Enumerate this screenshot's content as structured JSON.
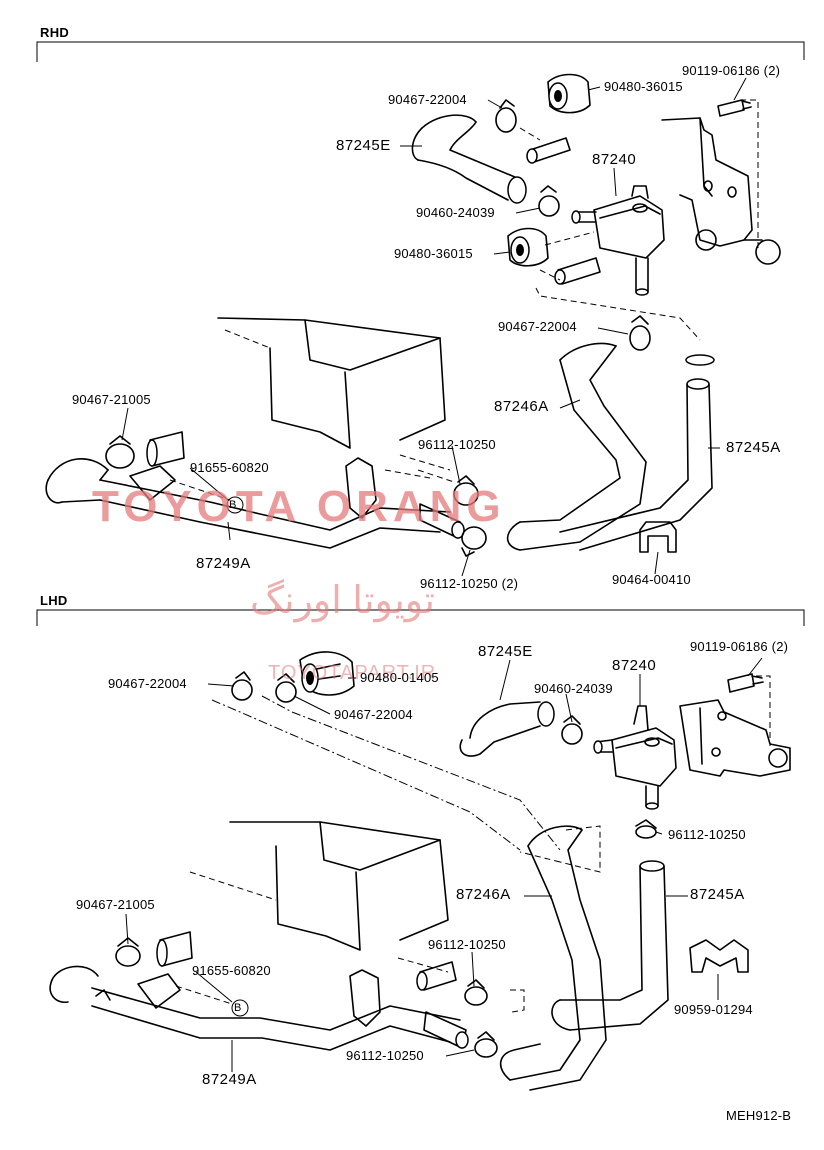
{
  "sections": {
    "rhd": "RHD",
    "lhd": "LHD"
  },
  "watermark": {
    "main": "TOYOTA ORANG",
    "arabic": "تویوتا اورنگ",
    "site": "TOYOTAPART.IR"
  },
  "rhd_labels": {
    "p1": "90119-06186 (2)",
    "p2": "90467-22004",
    "p3": "90480-36015",
    "p4": "87245E",
    "p5": "87240",
    "p6": "90460-24039",
    "p7": "90480-36015",
    "p8": "90467-22004",
    "p9": "90467-21005",
    "p10": "87246A",
    "p11": "96112-10250",
    "p12": "87245A",
    "p13": "91655-60820",
    "p14": "87249A",
    "p15": "96112-10250 (2)",
    "p16": "90464-00410"
  },
  "lhd_labels": {
    "p1": "87245E",
    "p2": "90119-06186 (2)",
    "p3": "87240",
    "p4": "90467-22004",
    "p5": "90480-01405",
    "p6": "90460-24039",
    "p7": "90467-22004",
    "p8": "96112-10250",
    "p9": "90467-21005",
    "p10": "87246A",
    "p11": "87245A",
    "p12": "96112-10250",
    "p13": "91655-60820",
    "p14": "90959-01294",
    "p15": "96112-10250",
    "p16": "87249A"
  },
  "figure_code": "MEH912-B",
  "bolt_marker": "B"
}
